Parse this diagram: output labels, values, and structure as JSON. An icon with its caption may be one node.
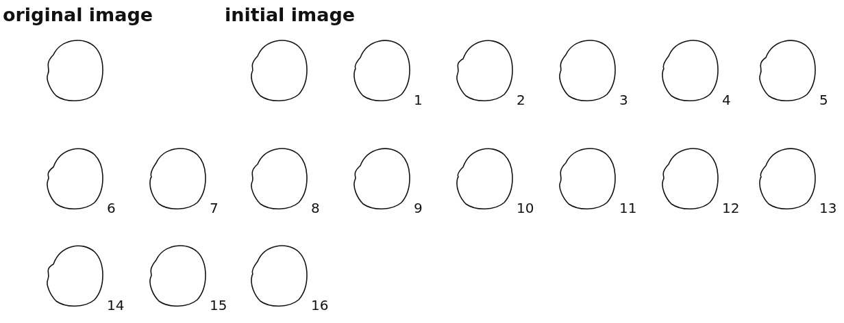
{
  "diagram": {
    "nodes": [
      {
        "text": [],
        "shape": "circle"
      },
      {
        "text": [],
        "shape": "circle"
      },
      {
        "text": [],
        "shape": "circle",
        "beside": [
          "1"
        ]
      },
      {
        "text": [],
        "shape": "circle",
        "beside": [
          "2"
        ]
      },
      {
        "text": [],
        "shape": "circle",
        "beside": [
          "3"
        ]
      },
      {
        "text": [],
        "shape": "circle",
        "beside": [
          "4"
        ]
      },
      {
        "text": [],
        "shape": "circle",
        "beside": [
          "5"
        ]
      },
      {
        "text": [],
        "shape": "circle",
        "beside": [
          "6"
        ]
      },
      {
        "text": [],
        "shape": "circle",
        "beside": [
          "7"
        ]
      },
      {
        "text": [],
        "shape": "circle",
        "beside": [
          "8"
        ]
      },
      {
        "text": [],
        "shape": "circle",
        "beside": [
          "9"
        ]
      },
      {
        "text": [],
        "shape": "circle",
        "beside": [
          "10"
        ]
      },
      {
        "text": [],
        "shape": "circle",
        "beside": [
          "11"
        ]
      },
      {
        "text": [],
        "shape": "circle",
        "beside": [
          "12"
        ]
      },
      {
        "text": [],
        "shape": "circle",
        "beside": [
          "13"
        ]
      },
      {
        "text": [],
        "shape": "circle",
        "beside": [
          "14"
        ]
      },
      {
        "text": [],
        "shape": "circle",
        "beside": [
          "15"
        ]
      },
      {
        "text": [],
        "shape": "circle",
        "beside": [
          "16"
        ]
      }
    ],
    "labels": [
      "original image",
      "initial image"
    ]
  }
}
